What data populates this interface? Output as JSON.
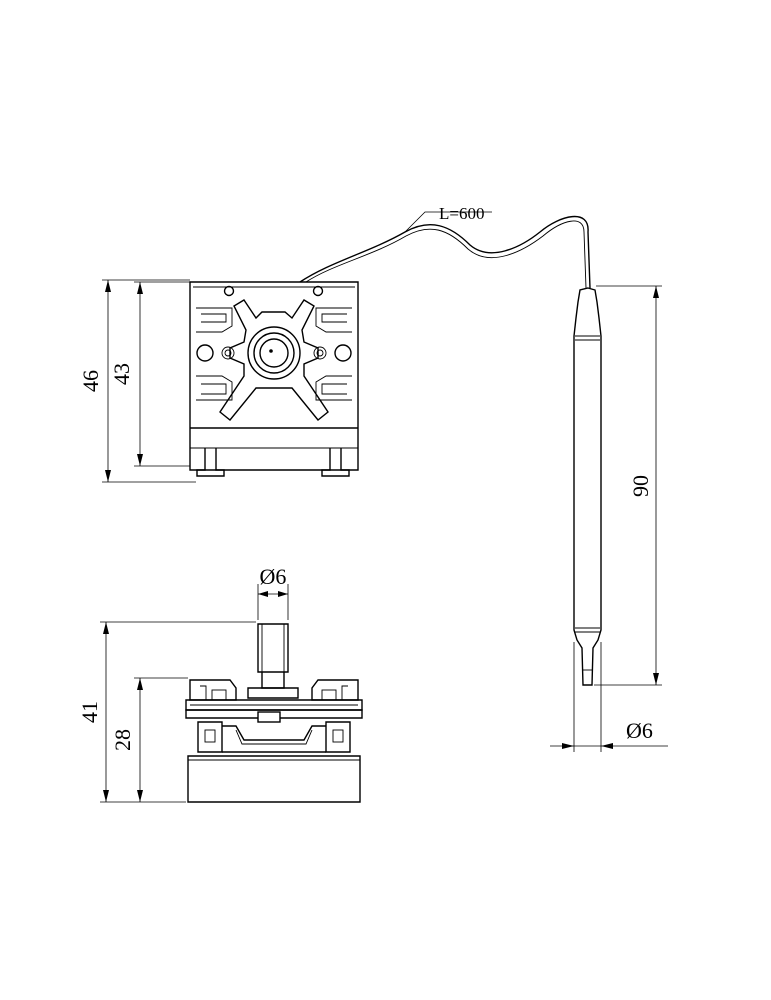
{
  "dimensions": {
    "capillary_length": "L=600",
    "front_height_total": "46",
    "front_height_body": "43",
    "shaft_diameter": "Ø6",
    "side_height_total": "41",
    "side_height_body": "28",
    "bulb_length": "90",
    "bulb_diameter": "Ø6"
  },
  "colors": {
    "line": "#000000",
    "background": "#ffffff"
  }
}
